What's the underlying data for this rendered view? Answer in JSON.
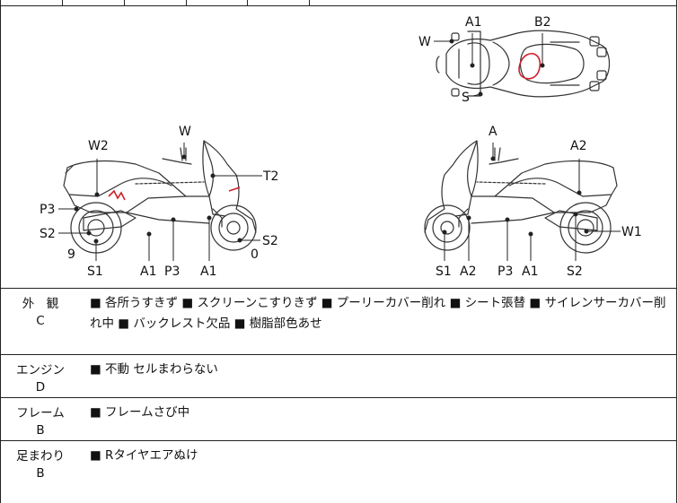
{
  "diagram": {
    "top_view": {
      "labels": [
        "A1",
        "B2",
        "W",
        "S"
      ]
    },
    "left_view": {
      "labels": [
        "W",
        "W2",
        "T2",
        "P3",
        "S2",
        "S2",
        "9",
        "S1",
        "A1",
        "P3",
        "A1",
        "0"
      ]
    },
    "right_view": {
      "labels": [
        "A",
        "A2",
        "W1",
        "S1",
        "A2",
        "P3",
        "A1",
        "S2"
      ]
    }
  },
  "sections": [
    {
      "category": "外　観",
      "grade": "C",
      "notes": "■ 各所うすきず ■ スクリーンこすりきず ■ プーリーカバー削れ ■ シート張替 ■ サイレンサーカバー削れ中 ■ バックレスト欠品 ■ 樹脂部色あせ"
    },
    {
      "category": "エンジン",
      "grade": "D",
      "notes": "■ 不動 セルまわらない"
    },
    {
      "category": "フレーム",
      "grade": "B",
      "notes": "■ フレームさび中"
    },
    {
      "category": "足まわり",
      "grade": "B",
      "notes": "■ Rタイヤエアぬけ"
    }
  ],
  "colors": {
    "line": "#222222",
    "damage_mark": "#d0202a"
  }
}
